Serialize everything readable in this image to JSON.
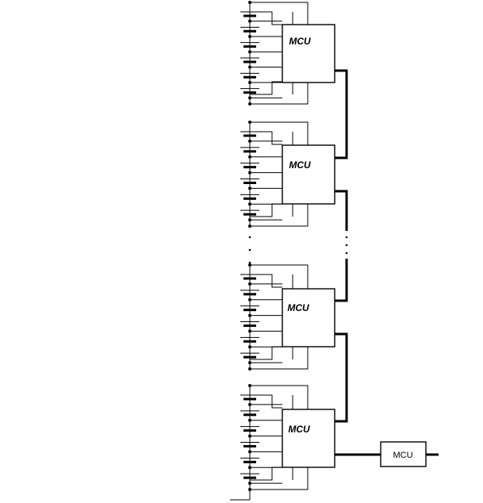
{
  "modules": [
    {
      "label": "MCU"
    },
    {
      "label": "MCU"
    },
    {
      "label": "MCU"
    },
    {
      "label": "MCU"
    }
  ],
  "master": {
    "label": "MCU"
  },
  "ellipsis": "⋮"
}
